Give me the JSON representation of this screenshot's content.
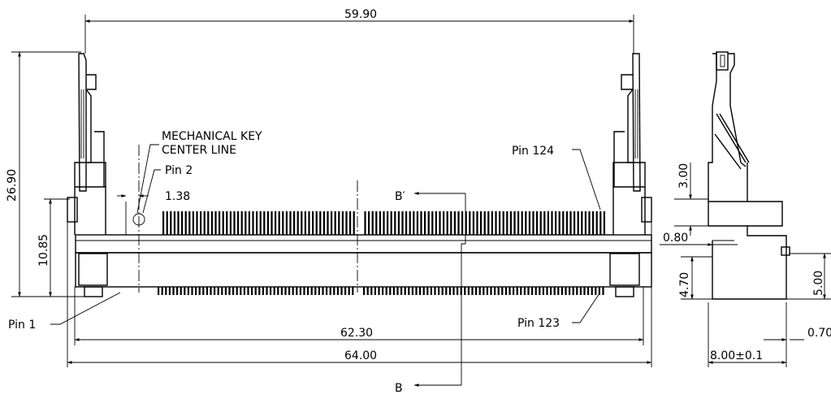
{
  "annotations": {
    "mechanical_key_line1": "MECHANICAL KEY",
    "mechanical_key_line2": "CENTER LINE",
    "pin2": "Pin 2",
    "pin124": "Pin 124",
    "pin1": "Pin 1",
    "pin123": "Pin 123",
    "section_top": "B′",
    "section_bottom": "B"
  },
  "dimensions": {
    "overall_width_top": "59.90",
    "height_left": "26.90",
    "height_inner_left": "10.85",
    "key_offset": "1.38",
    "pitch_width": "62.30",
    "overall_width_bottom": "64.00",
    "side_top_height": "3.00",
    "side_small": "0.80",
    "side_mid_height": "4.70",
    "side_right_height": "5.00",
    "side_right_small": "0.70",
    "side_depth": "8.00±0.1"
  }
}
